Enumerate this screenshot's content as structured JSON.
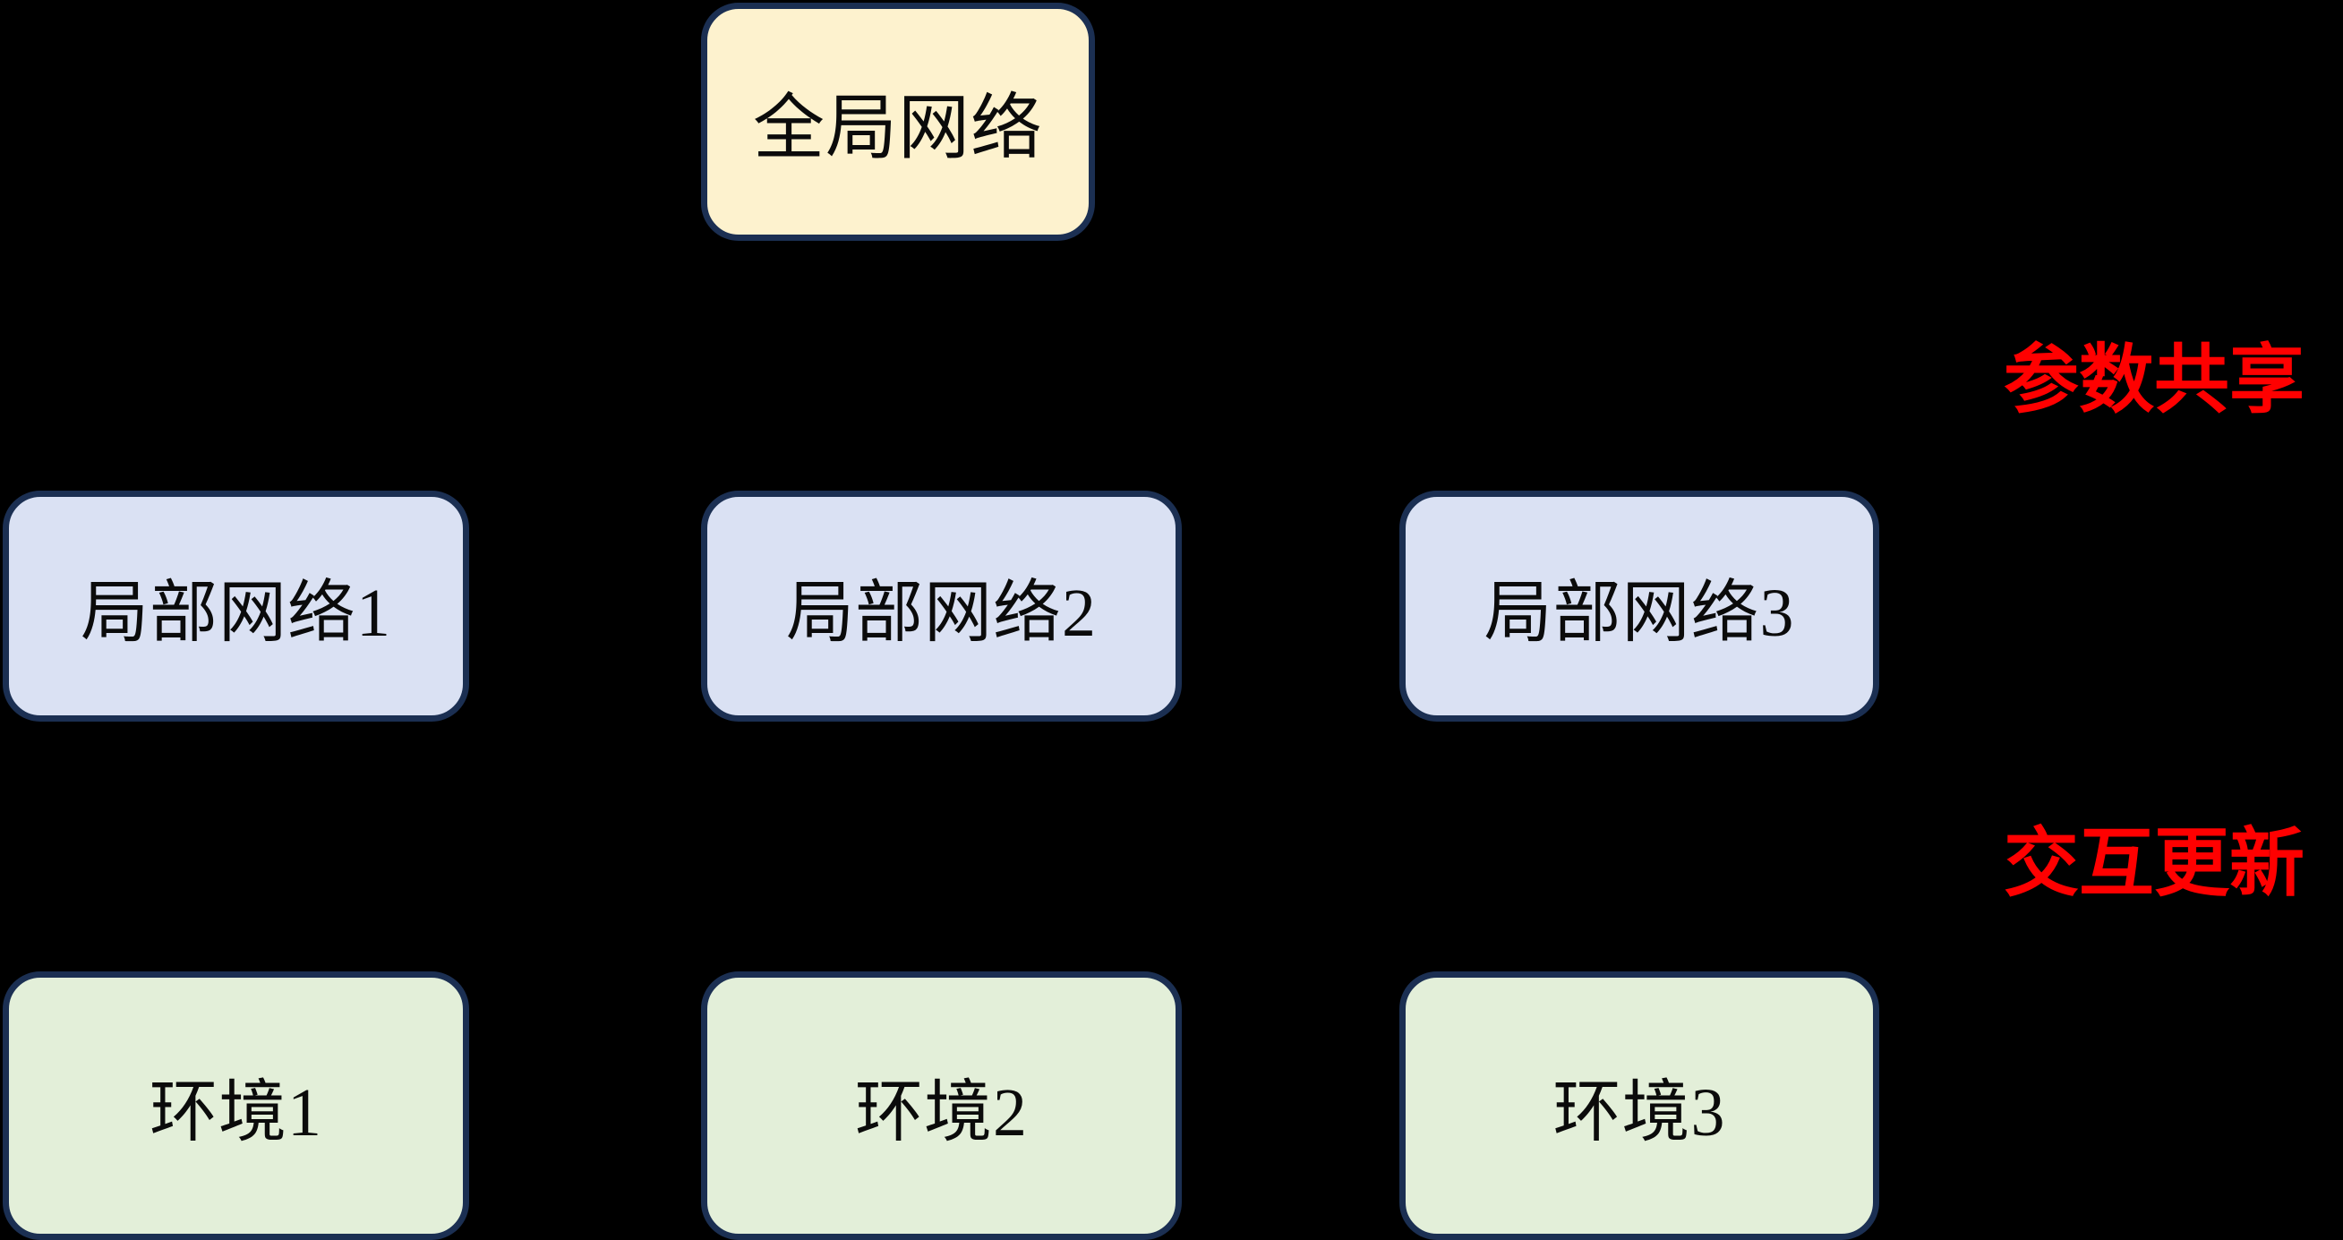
{
  "background_color": "#000000",
  "theme": {
    "node_border_color": "#1b2f52",
    "global_fill": "#fdf2ce",
    "local_fill": "#dae1f3",
    "env_fill": "#e3efd9",
    "connector_color": "#000000",
    "annotation_color": "#ff0000",
    "node_text_color": "#0b0b0b"
  },
  "diagram": {
    "type": "hierarchical-network",
    "global": {
      "id": "global-network",
      "label": "全局网络"
    },
    "locals": [
      {
        "id": "local-network-1",
        "label": "局部网络1"
      },
      {
        "id": "local-network-2",
        "label": "局部网络2"
      },
      {
        "id": "local-network-3",
        "label": "局部网络3"
      }
    ],
    "environments": [
      {
        "id": "environment-1",
        "label": "环境1"
      },
      {
        "id": "environment-2",
        "label": "环境2"
      },
      {
        "id": "environment-3",
        "label": "环境3"
      }
    ],
    "annotations": [
      {
        "id": "parameter-sharing",
        "label": "参数共享"
      },
      {
        "id": "interactive-update",
        "label": "交互更新"
      }
    ],
    "edges": [
      {
        "from": "global-network",
        "to": "local-network-1",
        "arrow": "both"
      },
      {
        "from": "global-network",
        "to": "local-network-2",
        "arrow": "both"
      },
      {
        "from": "global-network",
        "to": "local-network-3",
        "arrow": "both"
      },
      {
        "from": "local-network-1",
        "to": "environment-1",
        "arrow": "both"
      },
      {
        "from": "local-network-2",
        "to": "environment-2",
        "arrow": "both"
      },
      {
        "from": "local-network-3",
        "to": "environment-3",
        "arrow": "both"
      }
    ]
  }
}
